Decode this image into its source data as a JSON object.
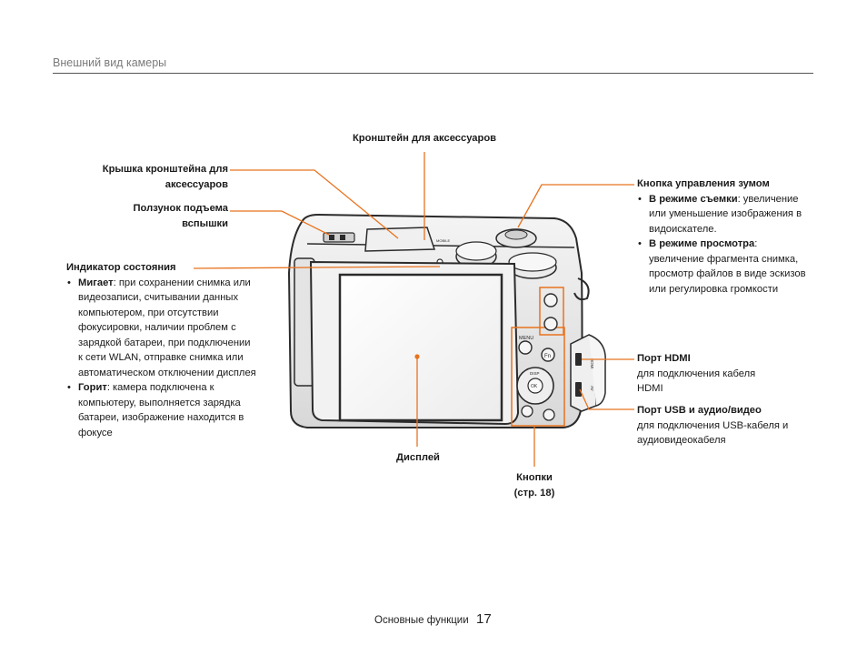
{
  "header": {
    "section_title": "Внешний вид камеры"
  },
  "labels": {
    "accessory_bracket": "Кронштейн для аксессуаров",
    "bracket_cover_l1": "Крышка кронштейна для",
    "bracket_cover_l2": "аксессуаров",
    "flash_slider_l1": "Ползунок подъема",
    "flash_slider_l2": "вспышки",
    "status_indicator": {
      "title": "Индикатор состояния",
      "blink_term": "Мигает",
      "blink_lines": [
        ": при сохранении снимка или",
        "видеозаписи, считывании данных",
        "компьютером, при отсутствии",
        "фокусировки, наличии проблем с",
        "зарядкой батареи, при подключении",
        "к сети WLAN, отправке снимка или",
        "автоматическом отключении дисплея"
      ],
      "lit_term": "Горит",
      "lit_lines": [
        ": камера подключена к",
        "компьютеру, выполняется зарядка",
        "батареи, изображение находится в",
        "фокусе"
      ]
    },
    "zoom_button": {
      "title": "Кнопка управления зумом",
      "shoot_term": "В режиме съемки",
      "shoot_lines": [
        ": увеличение",
        "или уменьшение изображения в",
        "видоискателе."
      ],
      "play_term": "В режиме просмотра",
      "play_lines": [
        ":",
        "увеличение фрагмента снимка,",
        "просмотр файлов в виде эскизов",
        "или регулировка громкости"
      ]
    },
    "hdmi_port": {
      "title": "Порт HDMI",
      "desc_l1": "для подключения кабеля",
      "desc_l2": "HDMI"
    },
    "usb_port": {
      "title": "Порт USB и аудио/видео",
      "desc_l1": "для подключения USB-кабеля и",
      "desc_l2": "аудиовидеокабеля"
    },
    "display": "Дисплей",
    "buttons_l1": "Кнопки",
    "buttons_l2": "(стр. 18)"
  },
  "camera_marks": {
    "menu": "MENU",
    "fn": "Fn",
    "disp": "DISP",
    "ok": "OK",
    "mobile": "MOBILE",
    "hdmi": "HDMI",
    "av": "AV"
  },
  "footer": {
    "text": "Основные функции",
    "page": "17"
  },
  "colors": {
    "accent": "#e8731f",
    "body": "#2b2b2b"
  }
}
